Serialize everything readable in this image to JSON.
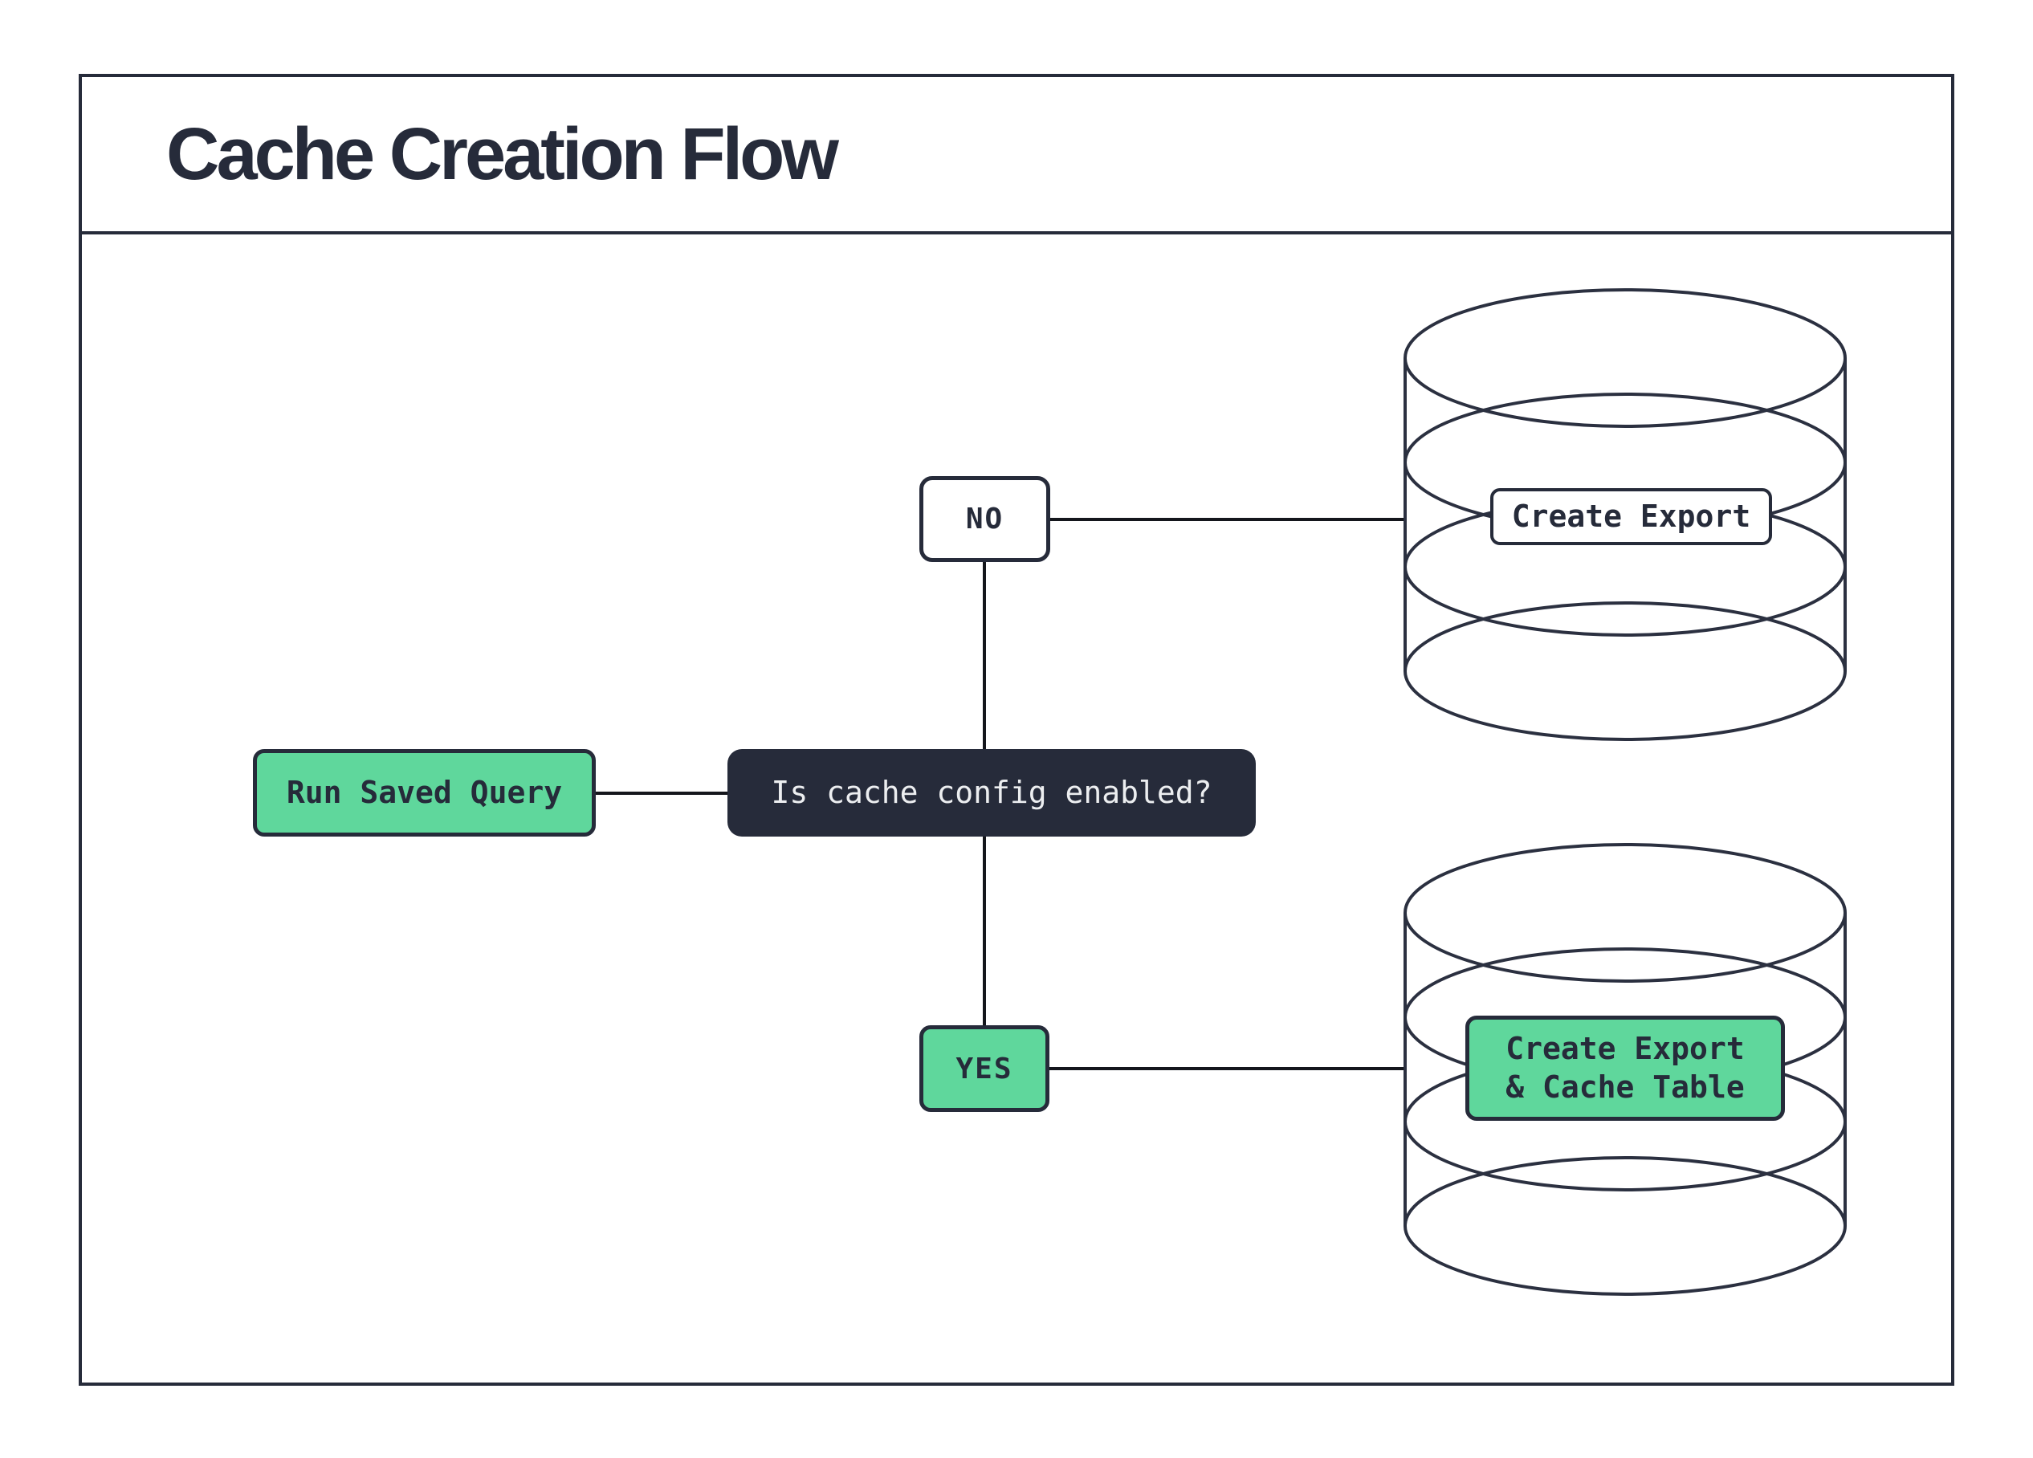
{
  "title": "Cache Creation Flow",
  "flow": {
    "start": "Run Saved Query",
    "decision": "Is cache config enabled?",
    "branch_no": "NO",
    "branch_yes": "YES",
    "no_outcome": "Create Export",
    "yes_outcome_line1": "Create Export",
    "yes_outcome_line2": "& Cache Table"
  },
  "colors": {
    "accent_green": "#5fd79c",
    "dark_navy": "#262b3a",
    "stroke_navy": "#2b3040",
    "line_black": "#14161c",
    "light_text": "#eceef0",
    "bg": "#ffffff"
  }
}
